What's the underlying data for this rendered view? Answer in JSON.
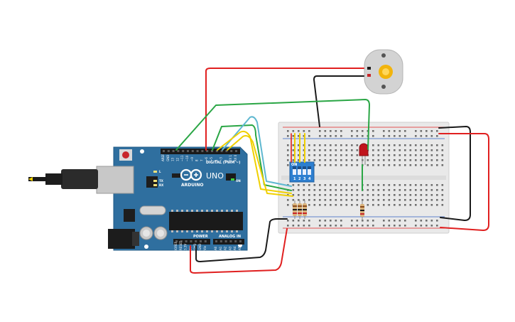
{
  "arduino": {
    "brand": "ARDUINO",
    "model": "UNO",
    "digital_label": "DIGITAL (PWM ~)",
    "power_label": "POWER",
    "analog_label": "ANALOG IN",
    "on_label": "ON",
    "tx_label": "TX",
    "rx_label": "RX",
    "l_label": "L",
    "digital_pins": [
      "AREF",
      "GND",
      "13",
      "12",
      "~11",
      "~10",
      "~9",
      "8",
      "7",
      "~6",
      "~5",
      "4",
      "~3",
      "2",
      "TX 1",
      "RX 0"
    ],
    "power_pins": [
      "IOREF",
      "RESET",
      "3.3V",
      "5V",
      "GND",
      "GND",
      "Vin"
    ],
    "analog_pins": [
      "A0",
      "A1",
      "A2",
      "A3",
      "A4",
      "A5"
    ]
  },
  "dip_switch": {
    "on_label": "ON",
    "numbers": [
      "1",
      "2",
      "3",
      "4"
    ]
  },
  "motor": {
    "icon": "dc-motor-icon"
  },
  "breadboard": {
    "icon": "breadboard-icon"
  },
  "colors": {
    "board": "#2f6f9f",
    "wire_red": "#e02020",
    "wire_black": "#1a1a1a",
    "wire_green": "#2aa645",
    "wire_yellow": "#f0d000",
    "wire_cyan": "#5fb8d0",
    "led": "#c0141c"
  }
}
